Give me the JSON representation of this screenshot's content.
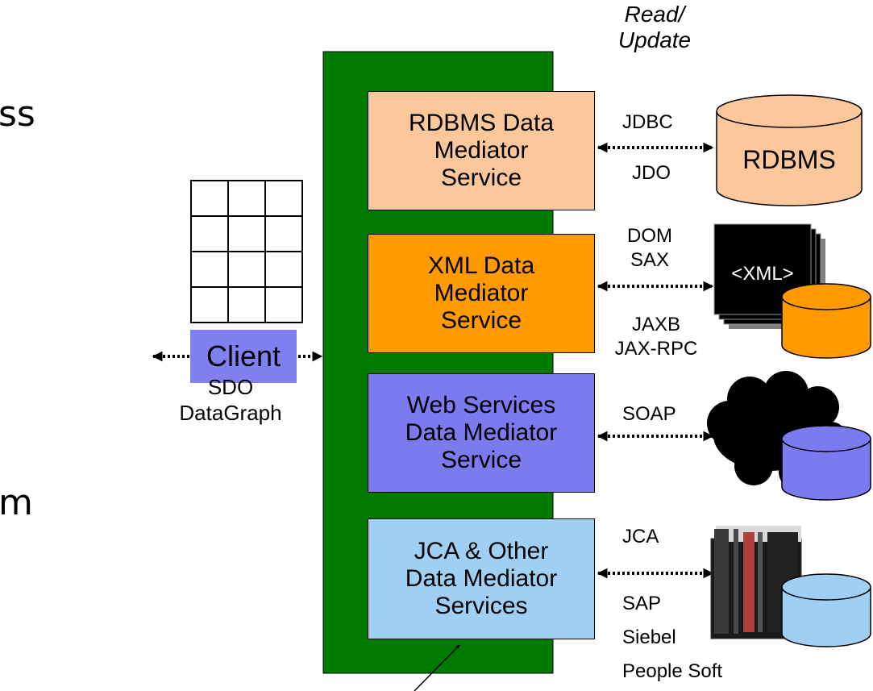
{
  "colors": {
    "bus_green": "#007a00",
    "rdbms_fill": "#fcc89b",
    "xml_fill": "#ff9a00",
    "ws_fill": "#7b7bef",
    "jca_fill": "#9fd0f4",
    "client_fill": "#8080f0"
  },
  "header": {
    "read_update": "Read/\nUpdate"
  },
  "left_fragments": {
    "frag1": "ss",
    "frag2": "m"
  },
  "client": {
    "label": "Client"
  },
  "sdo": {
    "label": "SDO\nDataGraph"
  },
  "services": [
    {
      "label": "RDBMS Data\nMediator\nService"
    },
    {
      "label": "XML Data\nMediator\nService"
    },
    {
      "label": "Web Services\nData Mediator\nService"
    },
    {
      "label": "JCA & Other\nData Mediator\nServices"
    }
  ],
  "protocols": {
    "rdbms_top": "JDBC",
    "rdbms_bottom": "JDO",
    "xml_top": "DOM\nSAX",
    "xml_bottom": "JAXB\nJAX-RPC",
    "ws_top": "SOAP",
    "jca_top": "JCA",
    "jca_bottom": "SAP\nSiebel\nPeople Soft"
  },
  "sources": {
    "rdbms": "RDBMS",
    "xml": "<XML>"
  },
  "icons": {
    "grid": "datagraph-grid-icon",
    "cloud": "cloud-icon",
    "mainframe": "mainframe-server-icon",
    "cylinder": "database-cylinder-icon"
  }
}
